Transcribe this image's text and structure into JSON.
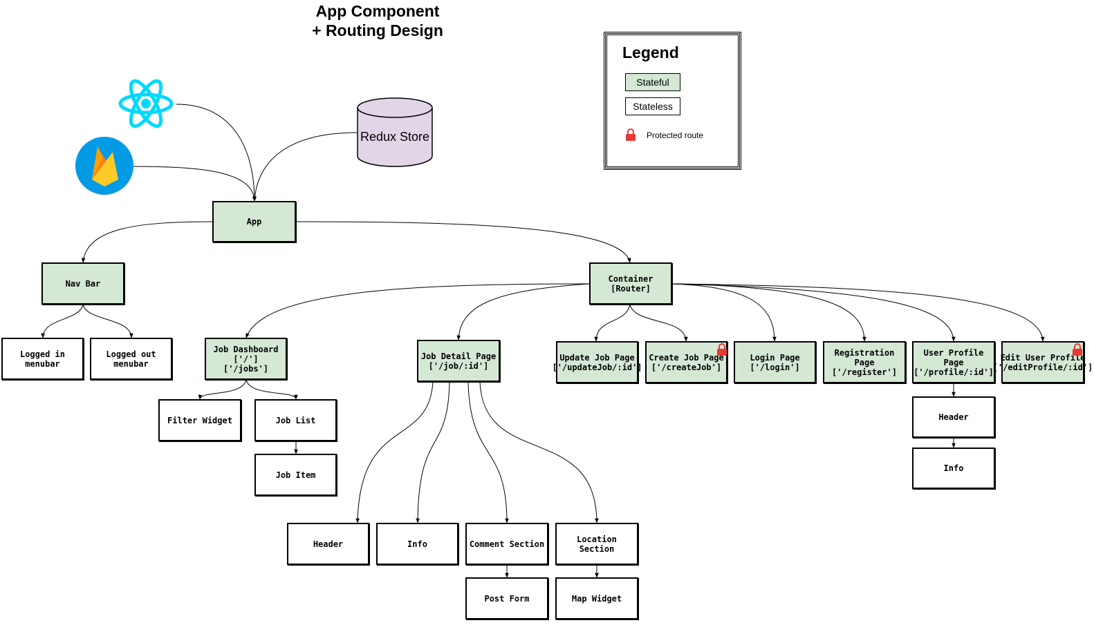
{
  "diagram": {
    "title": "App Component\n+ Routing Design",
    "redux_store": "Redux Store",
    "nodes": {
      "app": "App",
      "nav_bar": "Nav Bar",
      "container": "Container\n[Router]",
      "logged_in_menubar": "Logged in menubar",
      "logged_out_menubar": "Logged out\nmenubar",
      "job_dashboard": "Job Dashboard\n['/']\n['/jobs']",
      "job_detail_page": "Job Detail Page\n['/job/:id']",
      "update_job_page": "Update Job Page\n['/updateJob/:id']",
      "create_job_page": "Create Job Page\n['/createJob']",
      "login_page": "Login Page\n['/login']",
      "registration_page": "Registration Page\n['/register']",
      "user_profile_page": "User Profile Page\n['/profile/:id']",
      "edit_user_profile": "Edit User Profile\n['/editProfile/:id']",
      "filter_widget": "Filter Widget",
      "job_list": "Job List",
      "job_item": "Job Item",
      "detail_header": "Header",
      "detail_info": "Info",
      "comment_section": "Comment Section",
      "location_section": "Location Section",
      "post_form": "Post Form",
      "map_widget": "Map Widget",
      "profile_header": "Header",
      "profile_info": "Info"
    },
    "colors": {
      "stateful_fill": "#d5e8d4",
      "redux_fill": "#e1d5e7",
      "react_blue": "#00d8ff",
      "firebase_circle": "#039be5",
      "lock_red": "#e53935"
    }
  },
  "legend": {
    "title": "Legend",
    "stateful": "Stateful",
    "stateless": "Stateless",
    "protected_route": "Protected route"
  }
}
